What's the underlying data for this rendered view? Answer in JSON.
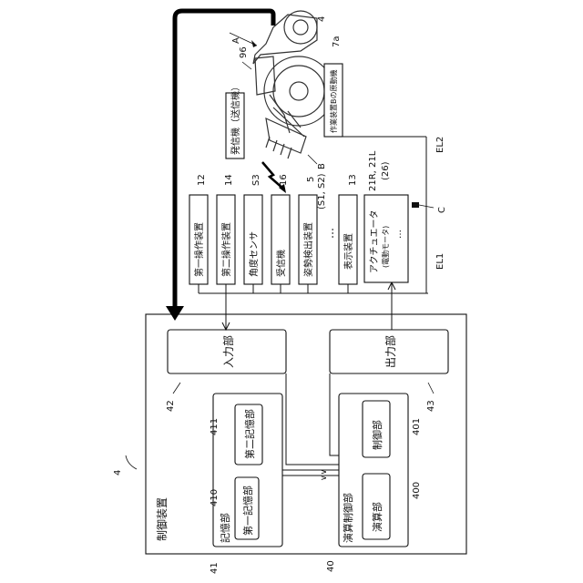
{
  "figure": {
    "device_ref": "4",
    "device_name": "制御装置",
    "input_section": {
      "ref": "42",
      "label": "入力部"
    },
    "output_section": {
      "ref": "43",
      "label": "出力部"
    },
    "memory": {
      "ref": "41",
      "label": "記憶部",
      "first": {
        "ref": "410",
        "label": "第一記憶部"
      },
      "second": {
        "ref": "411",
        "label": "第二記憶部"
      }
    },
    "arithmetic": {
      "ref": "40",
      "label": "演算制御部",
      "calc": {
        "ref": "400",
        "label": "演算部"
      },
      "ctrl": {
        "ref": "401",
        "label": "制御部"
      }
    },
    "inputs": [
      {
        "ref": "12",
        "label": "第一操作装置"
      },
      {
        "ref": "14",
        "label": "第二操作装置"
      },
      {
        "ref": "S3",
        "label": "角度センサ"
      },
      {
        "ref": "16",
        "label": "受信機"
      },
      {
        "ref": "5",
        "label": "姿勢検出装置",
        "sub_ref": "(S1, S2)"
      }
    ],
    "input_ellipsis": "…",
    "display": {
      "ref": "13",
      "label": "表示装置"
    },
    "actuator": {
      "ref": "21R, 21L",
      "sub_ref": "(26)",
      "label": "アクチュエータ",
      "sublabel": "(電動モータ)",
      "ellipsis": "…"
    },
    "transmitter": {
      "ref": "96",
      "label": "発信機（送信機）"
    },
    "work_device_motor": {
      "ref": "7a",
      "label": "作業装置Bの原動機"
    },
    "machine_ref": "A",
    "tractor_ref": "4",
    "implement_ref": "B",
    "bus1": "EL1",
    "bus2": "EL2",
    "connector_ref": "C",
    "signal_marks": "∨∨"
  }
}
